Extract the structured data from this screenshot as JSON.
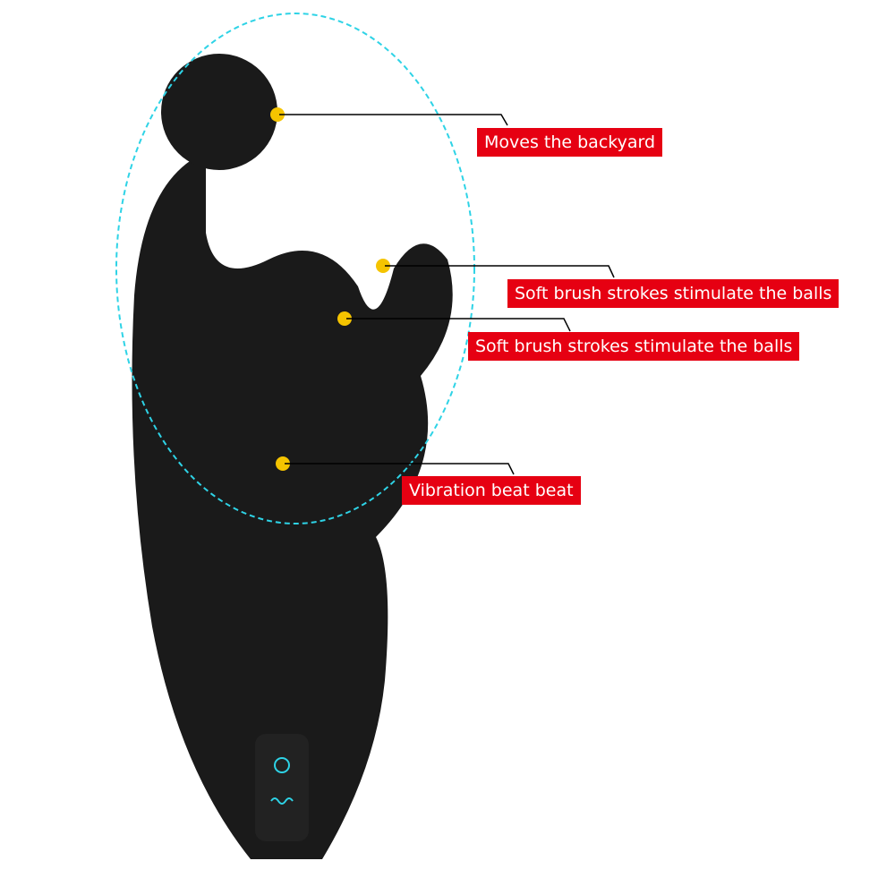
{
  "callouts": [
    {
      "label": "Moves the backyard"
    },
    {
      "label": "Soft brush strokes stimulate the balls"
    },
    {
      "label": "Soft brush strokes stimulate the balls"
    },
    {
      "label": "Vibration beat beat"
    }
  ],
  "colors": {
    "label_bg": "#e60012",
    "label_text": "#ffffff",
    "product": "#1a1a1a",
    "wave": "#2ed3e6",
    "vibration_marker": "#f5c400"
  }
}
